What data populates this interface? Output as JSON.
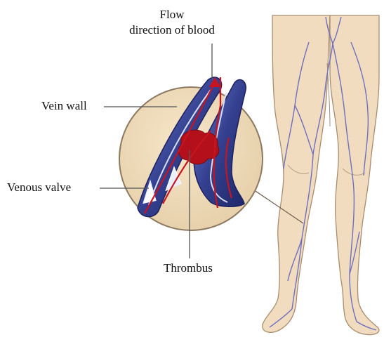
{
  "labels": {
    "flow_line1": "Flow",
    "flow_line2": "direction of blood",
    "vein_wall": "Vein wall",
    "venous_valve": "Venous valve",
    "thrombus": "Thrombus"
  },
  "colors": {
    "skin": "#f1dcc0",
    "skin_outline": "#a88d70",
    "vein": "#6f6fbf",
    "magnifier_fill": "#efdcbd",
    "vessel": "#34408f",
    "blood_flow": "#c8141e",
    "leader_line": "#555555"
  }
}
